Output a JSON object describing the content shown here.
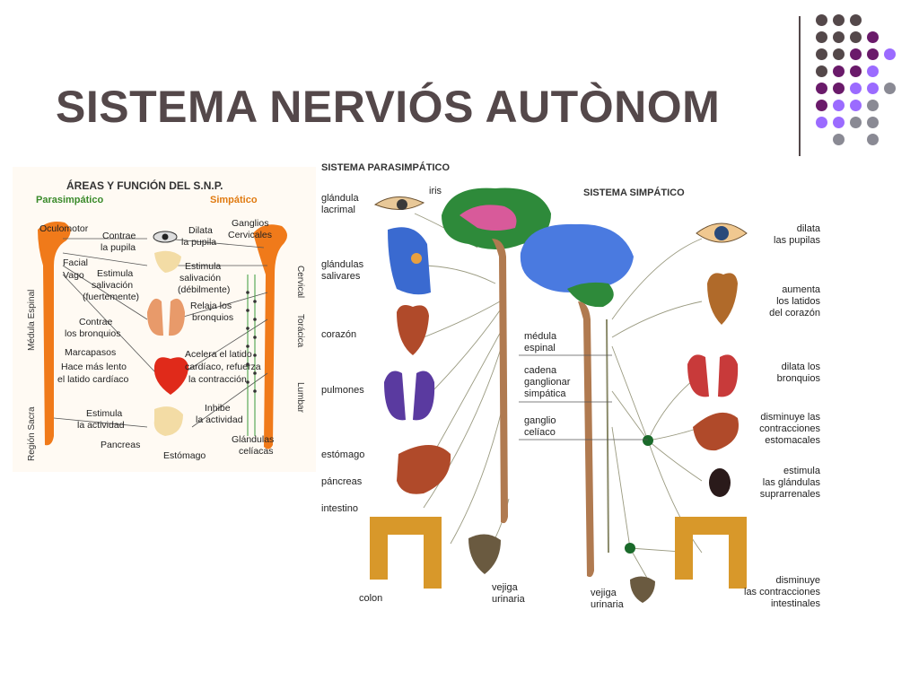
{
  "slide": {
    "title": "SISTEMA NERVIÓS AUTÒNOM",
    "colors": {
      "title": "#54484a",
      "dark_dot": "#54484a",
      "purple_dot": "#6a1a6a",
      "violet_dot": "#9b6bff",
      "gray_dot": "#8a8a94"
    }
  },
  "left_diagram": {
    "title": "ÁREAS Y FUNCIÓN DEL S.N.P.",
    "parasympathetic_label": "Parasimpático",
    "sympathetic_label": "Simpático",
    "labels": {
      "oculomotor": "Oculomotor",
      "contrae_pupila_1": "Contrae",
      "contrae_pupila_2": "la pupila",
      "dilata_1": "Dilata",
      "dilata_2": "la pupila",
      "ganglios_1": "Ganglios",
      "ganglios_2": "Cervicales",
      "facial": "Facial",
      "vago": "Vago",
      "est_saliv_f_1": "Estimula",
      "est_saliv_f_2": "salivación",
      "est_saliv_f_3": "(fuertemente)",
      "est_saliv_d_1": "Estimula",
      "est_saliv_d_2": "salivación",
      "est_saliv_d_3": "(débilmente)",
      "medula": "Médula Espinal",
      "cervical": "Cervical",
      "toracica": "Torácica",
      "relaja_1": "Relaja los",
      "relaja_2": "bronquios",
      "contrae_bronq_1": "Contrae",
      "contrae_bronq_2": "los bronquios",
      "marcapasos": "Marcapasos",
      "lento_1": "Hace más lento",
      "lento_2": "el latido cardíaco",
      "acelera_1": "Acelera el latido",
      "acelera_2": "cardíaco, refuerza",
      "acelera_3": "la contracción",
      "lumbar": "Lumbar",
      "sacra": "Región Sacra",
      "estimula_act_1": "Estimula",
      "estimula_act_2": "la actividad",
      "inhibe_1": "Inhibe",
      "inhibe_2": "la actividad",
      "pancreas": "Pancreas",
      "estomago": "Estómago",
      "celiacas_1": "Glándulas",
      "celiacas_2": "celíacas"
    }
  },
  "right_diagram": {
    "parasympathetic_title": "SISTEMA PARASIMPÁTICO",
    "sympathetic_title": "SISTEMA SIMPÁTICO",
    "left_labels": {
      "lacrimal_1": "glándula",
      "lacrimal_2": "lacrimal",
      "iris": "iris",
      "salivares_1": "glándulas",
      "salivares_2": "salivares",
      "corazon": "corazón",
      "pulmones": "pulmones",
      "estomago": "estómago",
      "pancreas": "páncreas",
      "intestino": "intestino",
      "colon": "colon",
      "vejiga_1": "vejiga",
      "vejiga_2": "urinaria"
    },
    "center_labels": {
      "medula_1": "médula",
      "medula_2": "espinal",
      "cadena_1": "cadena",
      "cadena_2": "ganglionar",
      "cadena_3": "simpática",
      "celiaco_1": "ganglio",
      "celiaco_2": "celíaco",
      "vejiga_1": "vejiga",
      "vejiga_2": "urinaria"
    },
    "right_labels": {
      "pupilas_1": "dilata",
      "pupilas_2": "las pupilas",
      "latidos_1": "aumenta",
      "latidos_2": "los latidos",
      "latidos_3": "del corazón",
      "bronquios_1": "dilata los",
      "bronquios_2": "bronquios",
      "estom_1": "disminuye las",
      "estom_2": "contracciones",
      "estom_3": "estomacales",
      "suprarr_1": "estimula",
      "suprarr_2": "las glándulas",
      "suprarr_3": "suprarrenales",
      "intest_1": "disminuye",
      "intest_2": "las contracciones",
      "intest_3": "intestinales"
    }
  }
}
